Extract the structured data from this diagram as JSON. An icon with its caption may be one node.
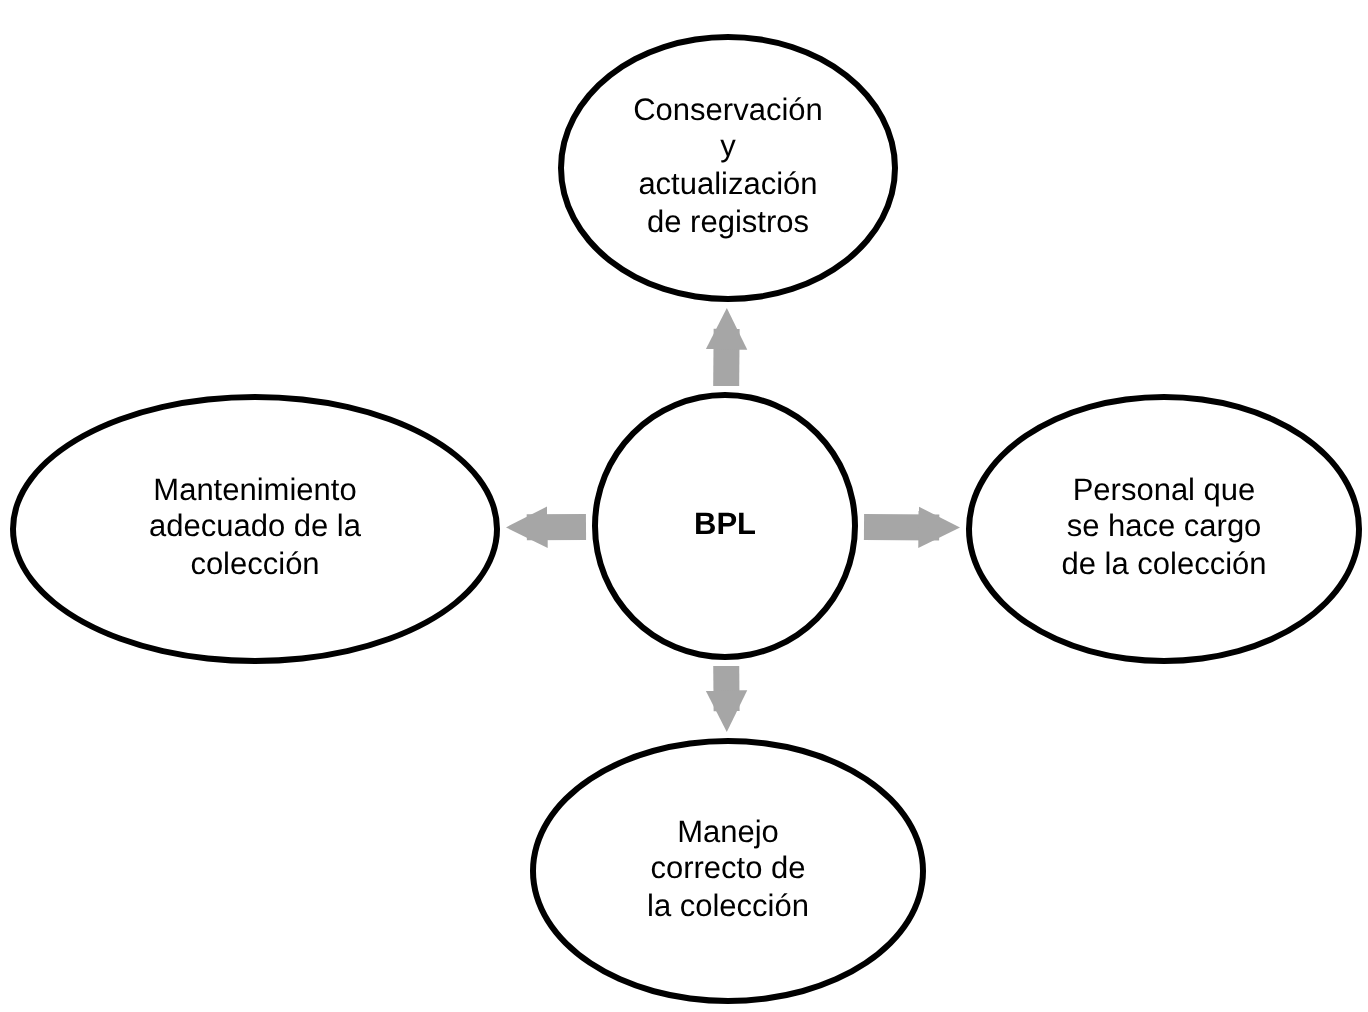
{
  "diagram": {
    "nodes": [
      {
        "text": [
          "BPL"
        ]
      },
      {
        "text": [
          "Conservación y actualización de registros"
        ]
      },
      {
        "text": [
          "Personal que se hace cargo de la colección"
        ]
      },
      {
        "text": [
          "Manejo correcto de la colección"
        ]
      },
      {
        "text": [
          "Mantenimiento adecuado de la colección"
        ]
      }
    ],
    "edges": [
      {
        "from": 0,
        "to": 1,
        "arrow": "to"
      },
      {
        "from": 0,
        "to": 2,
        "arrow": "to"
      },
      {
        "from": 0,
        "to": 3,
        "arrow": "to"
      },
      {
        "from": 0,
        "to": 4,
        "arrow": "to"
      }
    ]
  }
}
